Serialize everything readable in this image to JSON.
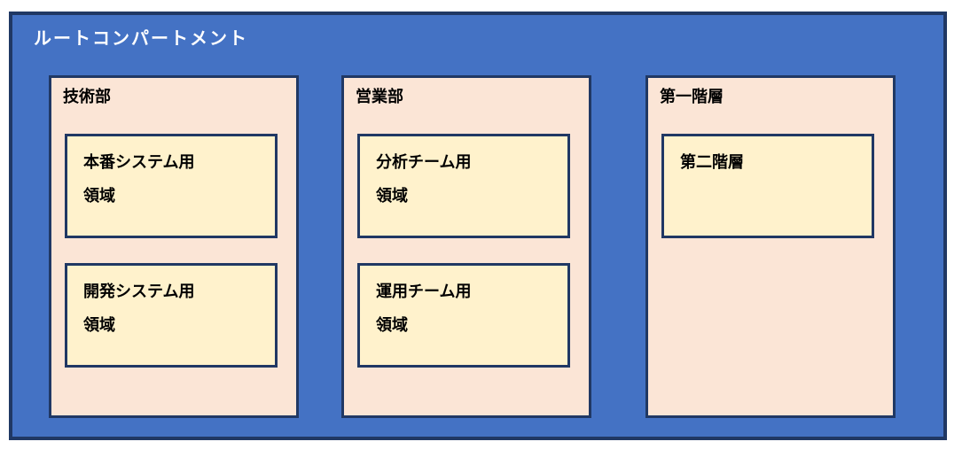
{
  "colors": {
    "page_bg": "#ffffff",
    "root_fill": "#4472c4",
    "comp_fill": "#fbe5d6",
    "bucket_fill": "#fff2cc",
    "line": "#203864",
    "root_label_color": "#ffffff",
    "label_color": "#000000"
  },
  "diagram": {
    "root_label": "ルートコンパートメント",
    "compartments": [
      {
        "label": "技術部",
        "buckets": [
          {
            "lines": [
              "本番システム用",
              "領域"
            ]
          },
          {
            "lines": [
              "開発システム用",
              "領域"
            ]
          }
        ]
      },
      {
        "label": "営業部",
        "buckets": [
          {
            "lines": [
              "分析チーム用",
              "領域"
            ]
          },
          {
            "lines": [
              "運用チーム用",
              "領域"
            ]
          }
        ]
      },
      {
        "label": "第一階層",
        "buckets": [
          {
            "lines": [
              "第二階層"
            ]
          }
        ]
      }
    ]
  }
}
